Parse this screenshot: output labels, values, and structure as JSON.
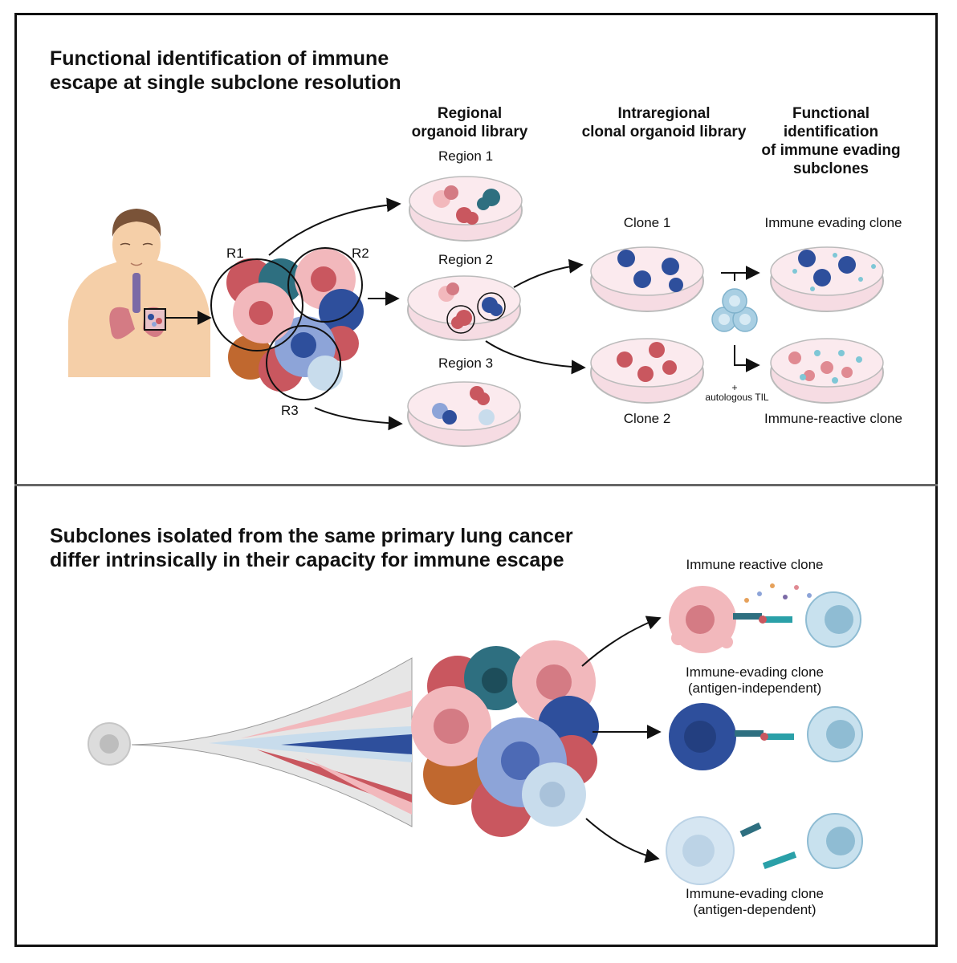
{
  "top_panel": {
    "title_line1": "Functional identification of immune",
    "title_line2": "escape at single subclone resolution",
    "col_headers": {
      "regional_line1": "Regional",
      "regional_line2": "organoid library",
      "intra_line1": "Intraregional",
      "intra_line2": "clonal organoid library",
      "func_line1": "Functional",
      "func_line2": "identification",
      "func_line3": "of immune evading",
      "func_line4": "subclones"
    },
    "region_labels": {
      "r1": "R1",
      "r2": "R2",
      "r3": "R3"
    },
    "dish_labels": {
      "region1": "Region 1",
      "region2": "Region 2",
      "region3": "Region 3"
    },
    "clone_labels": {
      "clone1": "Clone 1",
      "clone2": "Clone 2"
    },
    "til_plus": "+",
    "til_label": "autologous TIL",
    "outcome_labels": {
      "evading": "Immune evading clone",
      "reactive": "Immune-reactive clone"
    }
  },
  "bottom_panel": {
    "title_line1": "Subclones isolated from the same primary lung cancer",
    "title_line2": "differ intrinsically in their capacity for immune escape",
    "outcome_reactive": "Immune reactive clone",
    "outcome_ind_line1": "Immune-evading clone",
    "outcome_ind_line2": "(antigen-independent)",
    "outcome_dep_line1": "Immune-evading clone",
    "outcome_dep_line2": "(antigen-dependent)"
  },
  "colors": {
    "light_pink": "#f2b8bc",
    "red": "#c9575f",
    "teal": "#2e6f80",
    "dark_blue": "#2e4f9c",
    "light_blue": "#c8dcec",
    "lavender": "#8da4d8",
    "orange": "#c0682f",
    "dish": "#f6dce3",
    "t_cell": "#a9cfe3",
    "receptor": "#2aa0a8"
  }
}
